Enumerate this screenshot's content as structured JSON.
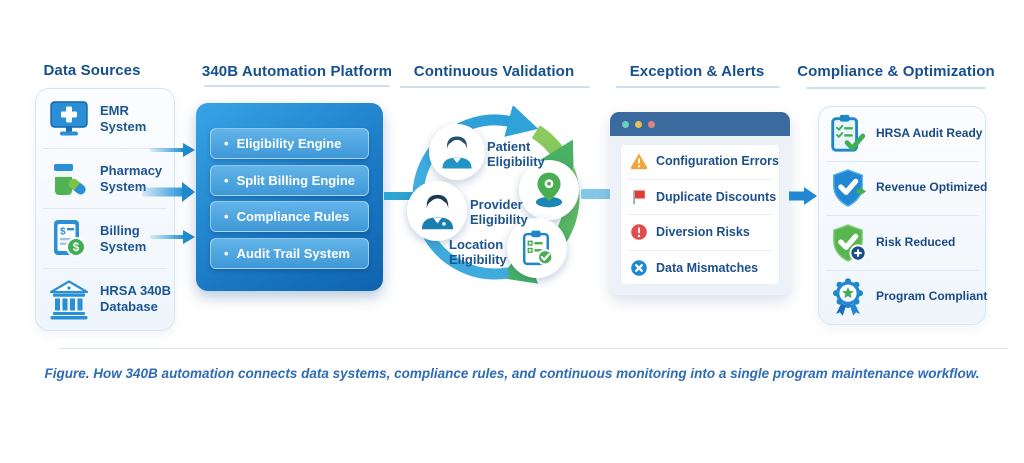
{
  "figure": {
    "caption": "Figure. How 340B automation connects data systems, compliance rules, and continuous monitoring into a single program maintenance workflow."
  },
  "columns": {
    "data_sources": {
      "title": "Data Sources",
      "items": [
        {
          "label": "EMR System",
          "icon": "emr-monitor-icon"
        },
        {
          "label": "Pharmacy System",
          "icon": "pharmacy-bottle-icon"
        },
        {
          "label": "Billing System",
          "icon": "billing-tablet-icon"
        },
        {
          "label": "HRSA 340B Database",
          "icon": "hrsa-bank-icon"
        }
      ]
    },
    "platform": {
      "title": "340B Automation Platform",
      "bullet": "•",
      "items": [
        {
          "label": "Eligibility Engine"
        },
        {
          "label": "Split Billing Engine"
        },
        {
          "label": "Compliance Rules"
        },
        {
          "label": "Audit Trail System"
        }
      ]
    },
    "validation": {
      "title": "Continuous Validation",
      "items": [
        {
          "label": "Patient Eligibility",
          "icon": "patient-avatar-icon"
        },
        {
          "label": "Provider Eligibility",
          "icon": "provider-avatar-icon"
        },
        {
          "label": "Location Eligibility",
          "icon": "location-pin-icon"
        },
        {
          "label": "",
          "icon": "checklist-icon"
        }
      ]
    },
    "alerts": {
      "title": "Exception & Alerts",
      "window_dots": [
        "#6bd0ba",
        "#e7c05b",
        "#e28383"
      ],
      "items": [
        {
          "label": "Configuration Errors",
          "icon": "warning-triangle-icon"
        },
        {
          "label": "Duplicate Discounts",
          "icon": "red-flag-icon"
        },
        {
          "label": "Diversion Risks",
          "icon": "exclamation-circle-icon"
        },
        {
          "label": "Data Mismatches",
          "icon": "x-circle-icon"
        }
      ]
    },
    "compliance": {
      "title": "Compliance & Optimization",
      "items": [
        {
          "label": "HRSA Audit Ready",
          "icon": "audit-clipboard-icon"
        },
        {
          "label": "Revenue Optimized",
          "icon": "shield-check-blue-icon"
        },
        {
          "label": "Risk Reduced",
          "icon": "shield-check-green-icon"
        },
        {
          "label": "Program Compliant",
          "icon": "award-badge-icon"
        }
      ]
    }
  },
  "colors": {
    "header_text": "#16508d",
    "label_text": "#1c5592",
    "platform_gradient_start": "#37a4e6",
    "platform_gradient_end": "#1063ae",
    "cycle_blue": "#36a9df",
    "cycle_green": "#56b767",
    "alert_titlebar": "#3b6b9e",
    "caption_text": "#2e6cb5",
    "panel_border": "#d6e5f2"
  }
}
